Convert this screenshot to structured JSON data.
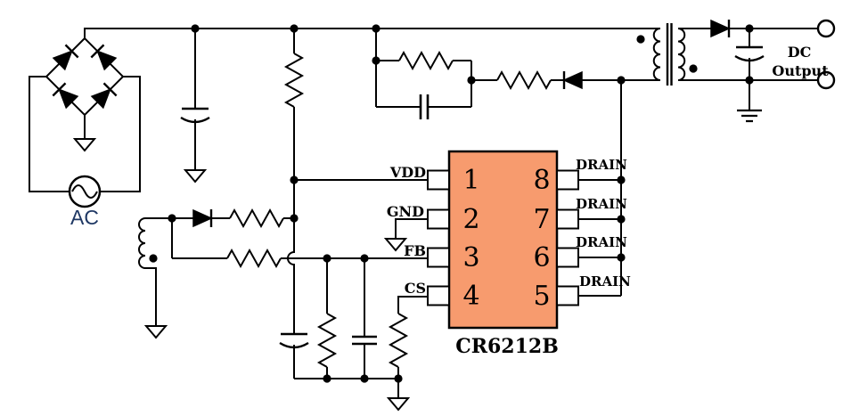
{
  "schematic": {
    "background_color": "#ffffff",
    "wire_color": "#000000"
  },
  "labels": {
    "ac_source": "AC",
    "ac_color": "#1f3864",
    "dc_output_line1": "DC",
    "dc_output_line2": "Output"
  },
  "ic": {
    "part_number": "CR6212B",
    "body_color": "#F79B6E",
    "left_pins": [
      {
        "number": "1",
        "label": "VDD"
      },
      {
        "number": "2",
        "label": "GND"
      },
      {
        "number": "3",
        "label": "FB"
      },
      {
        "number": "4",
        "label": "CS"
      }
    ],
    "right_pins": [
      {
        "number": "8",
        "label": "DRAIN"
      },
      {
        "number": "7",
        "label": "DRAIN"
      },
      {
        "number": "6",
        "label": "DRAIN"
      },
      {
        "number": "5",
        "label": "DRAIN"
      }
    ]
  }
}
